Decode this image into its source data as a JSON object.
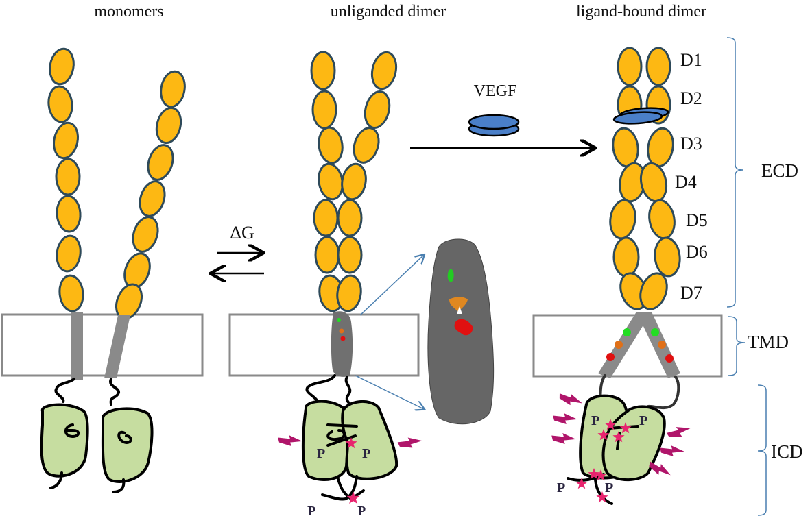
{
  "panels": {
    "monomers": {
      "title": "monomers"
    },
    "unliganded": {
      "title": "unliganded dimer"
    },
    "ligand_bound": {
      "title": "ligand-bound dimer"
    }
  },
  "equilibrium": {
    "label": "ΔG"
  },
  "ligand": {
    "label": "VEGF",
    "color": "#4A7FC8"
  },
  "domains": [
    "D1",
    "D2",
    "D3",
    "D4",
    "D5",
    "D6",
    "D7"
  ],
  "regions": {
    "ecd": "ECD",
    "tmd": "TMD",
    "icd": "ICD"
  },
  "phospho_label": "P",
  "colors": {
    "ig_domain": "#FDB813",
    "kinase": "#C6DDA0",
    "tm_helix": "#8a8a8a",
    "star": "#E8246E",
    "activity": "#B0156A",
    "tm_green": "#22DD22",
    "tm_orange": "#E07018",
    "tm_red": "#E01010",
    "bracket": "#4A7FB0"
  }
}
